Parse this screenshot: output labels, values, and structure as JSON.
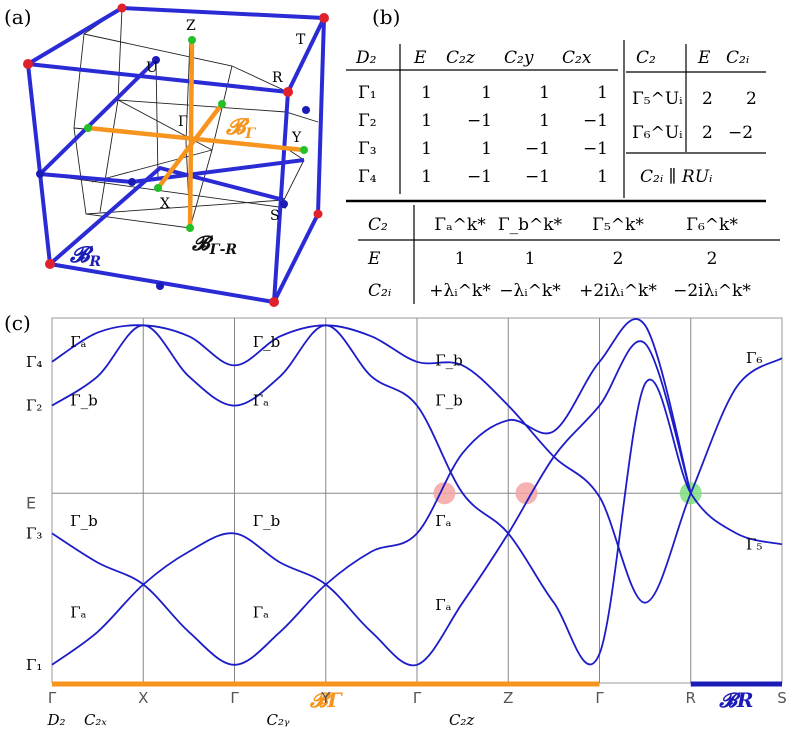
{
  "panels": {
    "a": {
      "label": "(a)"
    },
    "b": {
      "label": "(b)"
    },
    "c": {
      "label": "(c)"
    }
  },
  "cube": {
    "points": {
      "Z": "Z",
      "T": "T",
      "U": "U",
      "R": "R",
      "G": "Γ",
      "Y": "Y",
      "X": "X",
      "S": "S"
    },
    "labels": {
      "bG": {
        "base": "𝓑",
        "sub": "Γ"
      },
      "bGR": {
        "base": "𝓑",
        "sub": "Γ-R"
      },
      "bR": {
        "base": "𝓑",
        "sub": "R"
      }
    },
    "colors": {
      "frame": "#2b2bd6",
      "orange": "#f7941d",
      "red": "#e0202a",
      "green": "#22c02a",
      "navy": "#1b1bb8"
    }
  },
  "table1": {
    "header": [
      "D₂",
      "E",
      "C₂z",
      "C₂y",
      "C₂x"
    ],
    "rows": [
      [
        "Γ₁",
        "1",
        "1",
        "1",
        "1"
      ],
      [
        "Γ₂",
        "1",
        "−1",
        "1",
        "−1"
      ],
      [
        "Γ₃",
        "1",
        "1",
        "−1",
        "−1"
      ],
      [
        "Γ₄",
        "1",
        "−1",
        "−1",
        "1"
      ]
    ]
  },
  "table2": {
    "header": [
      "C₂",
      "E",
      "C₂ᵢ"
    ],
    "rows": [
      [
        "Γ₅^Uᵢ",
        "2",
        "2"
      ],
      [
        "Γ₆^Uᵢ",
        "2",
        "−2"
      ]
    ],
    "footer": "C₂ᵢ ∥ RUᵢ"
  },
  "table3": {
    "header": [
      "C₂",
      "Γₐ^k*",
      "Γ_b^k*",
      "Γ₅^k*",
      "Γ₆^k*"
    ],
    "rows": [
      [
        "E",
        "1",
        "1",
        "2",
        "2"
      ],
      [
        "C₂ᵢ",
        "+λᵢ^k*",
        "−λᵢ^k*",
        "+2iλᵢ^k*",
        "−2iλᵢ^k*"
      ]
    ]
  },
  "chart_data": {
    "type": "line",
    "ylabel": "E",
    "x_ticks": [
      "Γ",
      "X",
      "Γ",
      "Y",
      "Γ",
      "Z",
      "Γ",
      "R",
      "S"
    ],
    "x_tick_positions": [
      0,
      1,
      2,
      3,
      4,
      5,
      6,
      7,
      8
    ],
    "y_range": [
      0,
      1
    ],
    "reference_line_y": 0.52,
    "edge_labels_left": [
      {
        "label": "Γ₄",
        "y": 0.88
      },
      {
        "label": "Γ₂",
        "y": 0.76
      },
      {
        "label": "Γ₃",
        "y": 0.41
      },
      {
        "label": "Γ₁",
        "y": 0.05
      }
    ],
    "edge_labels_right": [
      {
        "label": "Γ₆",
        "y": 0.89
      },
      {
        "label": "Γ₅",
        "y": 0.38
      }
    ],
    "series": [
      {
        "values": [
          [
            0,
            0.88
          ],
          [
            0.5,
            0.96
          ],
          [
            1,
            0.98
          ],
          [
            1.5,
            0.95
          ],
          [
            2,
            0.87
          ],
          [
            2.5,
            0.95
          ],
          [
            3,
            0.98
          ],
          [
            3.5,
            0.95
          ],
          [
            4,
            0.88
          ],
          [
            4.5,
            0.87
          ],
          [
            5,
            0.76
          ],
          [
            5.5,
            0.62
          ],
          [
            6,
            0.51
          ],
          [
            6.5,
            0.22
          ],
          [
            7,
            0.52
          ],
          [
            7.5,
            0.81
          ],
          [
            8,
            0.89
          ]
        ]
      },
      {
        "values": [
          [
            0,
            0.76
          ],
          [
            0.5,
            0.84
          ],
          [
            1,
            0.98
          ],
          [
            1.5,
            0.84
          ],
          [
            2,
            0.76
          ],
          [
            2.5,
            0.84
          ],
          [
            3,
            0.98
          ],
          [
            3.5,
            0.84
          ],
          [
            4,
            0.76
          ],
          [
            4.5,
            0.52
          ],
          [
            5,
            0.41
          ],
          [
            5.5,
            0.22
          ],
          [
            6,
            0.08
          ],
          [
            6.5,
            0.82
          ],
          [
            7,
            0.52
          ],
          [
            7.5,
            0.41
          ],
          [
            8,
            0.38
          ]
        ]
      },
      {
        "values": [
          [
            0,
            0.41
          ],
          [
            0.5,
            0.33
          ],
          [
            1,
            0.27
          ],
          [
            1.5,
            0.14
          ],
          [
            2,
            0.05
          ],
          [
            2.5,
            0.14
          ],
          [
            3,
            0.27
          ],
          [
            3.5,
            0.36
          ],
          [
            4,
            0.41
          ],
          [
            4.5,
            0.63
          ],
          [
            5,
            0.72
          ],
          [
            5.5,
            0.69
          ],
          [
            6,
            0.88
          ],
          [
            6.5,
            0.98
          ],
          [
            7,
            0.52
          ]
        ]
      },
      {
        "values": [
          [
            0,
            0.05
          ],
          [
            0.5,
            0.14
          ],
          [
            1,
            0.27
          ],
          [
            1.5,
            0.36
          ],
          [
            2,
            0.41
          ],
          [
            2.5,
            0.33
          ],
          [
            3,
            0.27
          ],
          [
            3.5,
            0.14
          ],
          [
            4,
            0.05
          ],
          [
            4.5,
            0.22
          ],
          [
            5,
            0.41
          ],
          [
            5.5,
            0.62
          ],
          [
            6,
            0.76
          ],
          [
            6.5,
            0.93
          ],
          [
            7,
            0.52
          ]
        ]
      }
    ],
    "band_labels": [
      {
        "label": "Γₐ",
        "x": 0.2,
        "y": 0.92
      },
      {
        "label": "Γ_b",
        "x": 0.2,
        "y": 0.76
      },
      {
        "label": "Γ_b",
        "x": 2.2,
        "y": 0.92
      },
      {
        "label": "Γₐ",
        "x": 2.2,
        "y": 0.76
      },
      {
        "label": "Γ_b",
        "x": 4.2,
        "y": 0.87
      },
      {
        "label": "Γ_b",
        "x": 4.2,
        "y": 0.76
      },
      {
        "label": "Γ_b",
        "x": 0.2,
        "y": 0.43
      },
      {
        "label": "Γ_b",
        "x": 2.2,
        "y": 0.43
      },
      {
        "label": "Γₐ",
        "x": 4.2,
        "y": 0.43
      },
      {
        "label": "Γₐ",
        "x": 0.2,
        "y": 0.18
      },
      {
        "label": "Γₐ",
        "x": 2.2,
        "y": 0.18
      },
      {
        "label": "Γₐ",
        "x": 4.2,
        "y": 0.2
      }
    ],
    "highlight_points": [
      {
        "x": 4.3,
        "y": 0.52,
        "color": "#f4a3a3"
      },
      {
        "x": 5.2,
        "y": 0.52,
        "color": "#f4a3a3"
      },
      {
        "x": 7.0,
        "y": 0.52,
        "color": "#7fe07f"
      }
    ],
    "segments": [
      {
        "x0": 0,
        "x1": 6,
        "color": "#f7941d",
        "label": "𝓑Γ"
      },
      {
        "x0": 7,
        "x1": 8,
        "color": "#1b1bb8",
        "label": "𝓑R"
      }
    ],
    "bottom_groups": [
      {
        "label": "D₂",
        "x": -0.05
      },
      {
        "label": "C₂ₓ",
        "x": 0.35
      },
      {
        "label": "C₂ᵧ",
        "x": 2.35
      },
      {
        "label": "C₂z",
        "x": 4.35
      }
    ],
    "line_color": "#1c1cc8"
  }
}
